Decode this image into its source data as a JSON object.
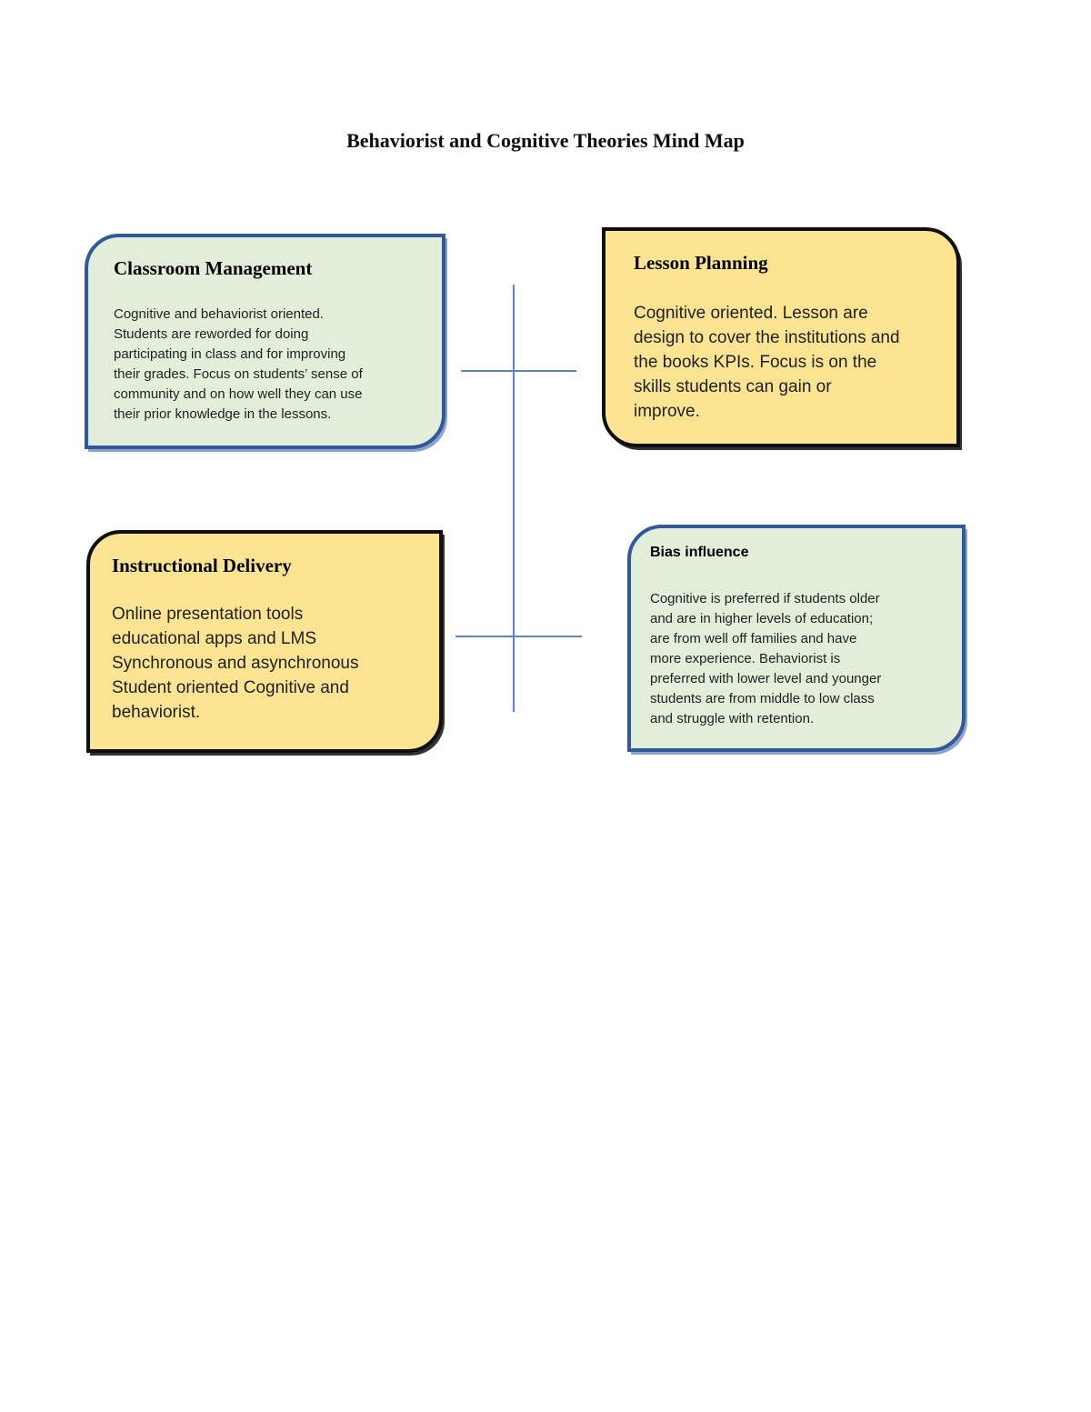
{
  "page": {
    "title": "Behaviorist and Cognitive Theories Mind Map"
  },
  "colors": {
    "green_fill": "#e3eeda",
    "yellow_fill": "#fce493",
    "blue_border": "#30589c",
    "black_border": "#0f0f0f",
    "connector_blue": "#5a85c8"
  },
  "nodes": [
    {
      "id": "classroom-management",
      "title": "Classroom Management",
      "body": "Cognitive and behaviorist oriented.\nStudents are reworded for doing\nparticipating in class and for improving\ntheir grades. Focus on students’ sense of\ncommunity and on how well they can use\ntheir prior knowledge in the lessons."
    },
    {
      "id": "lesson-planning",
      "title": "Lesson Planning",
      "body": "Cognitive oriented. Lesson are\ndesign to cover the institutions and\nthe books KPIs. Focus is on the\nskills students can gain or\nimprove."
    },
    {
      "id": "instructional-delivery",
      "title": "Instructional Delivery",
      "body": "Online presentation tools\neducational apps and LMS\nSynchronous and asynchronous\nStudent oriented Cognitive and\nbehaviorist."
    },
    {
      "id": "bias-influence",
      "title": "Bias influence",
      "body": "Cognitive is preferred if students older\nand are in higher levels of education;\nare from well off families and have\nmore experience. Behaviorist is\npreferred with lower level and younger\nstudents are from middle to low class\nand struggle with retention."
    }
  ]
}
